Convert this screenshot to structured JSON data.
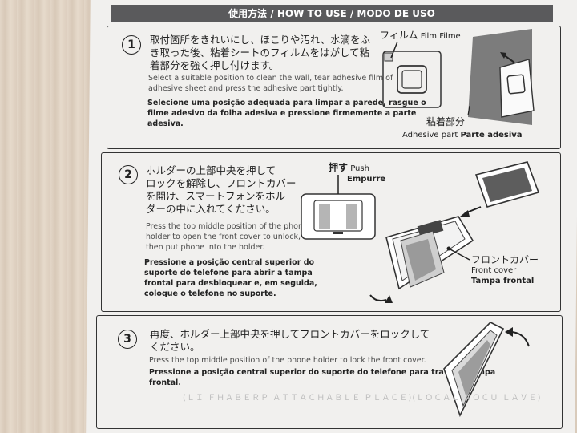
{
  "header": {
    "title": "使用方法 / HOW TO USE / MODO DE USO"
  },
  "steps": [
    {
      "number": "1",
      "ja": [
        "取付箇所をきれいにし、ほこりや汚れ、水滴をふ",
        "き取った後、粘着シートのフィルムをはがして粘",
        "着部分を強く押し付けます。"
      ],
      "en": [
        "Select a suitable position to clean the wall, tear adhesive film of",
        "adhesive sheet and press the adhesive part tightly."
      ],
      "pt": [
        "Selecione uma posição adequada para limpar a parede, rasgue o",
        "filme adesivo da folha adesiva e pressione firmemente a parte",
        "adesiva."
      ],
      "labels": {
        "film_ja": "フィルム",
        "film_en": "Film",
        "film_pt": "Filme",
        "adhesive_ja": "粘着部分",
        "adhesive_en": "Adhesive part",
        "adhesive_pt": "Parte adesiva"
      }
    },
    {
      "number": "2",
      "ja": [
        "ホルダーの上部中央を押して",
        "ロックを解除し、フロントカバー",
        "を開け、スマートフォンをホル",
        "ダーの中に入れてください。"
      ],
      "en": [
        "Press the top middle position of the phone",
        "holder to open the front cover to unlock,",
        "then put phone into the holder."
      ],
      "pt": [
        "Pressione a posição central superior do",
        "suporte do telefone para abrir a tampa",
        "frontal para desbloquear e, em seguida,",
        "coloque o telefone no suporte."
      ],
      "labels": {
        "push_ja": "押す",
        "push_en": "Push",
        "push_pt": "Empurre",
        "cover_ja": "フロントカバー",
        "cover_en": "Front cover",
        "cover_pt": "Tampa frontal"
      }
    },
    {
      "number": "3",
      "ja": [
        "再度、ホルダー上部中央を押してフロントカバーをロックして",
        "ください。"
      ],
      "en": [
        "Press the top middle position of the phone holder to lock the front cover."
      ],
      "pt": [
        "Pressione a posição central superior do suporte do telefone para travar a tampa",
        "frontal."
      ]
    }
  ],
  "colors": {
    "header_bg": "#5a5a5c",
    "paper": "#f1f0ee",
    "ink": "#222222"
  }
}
